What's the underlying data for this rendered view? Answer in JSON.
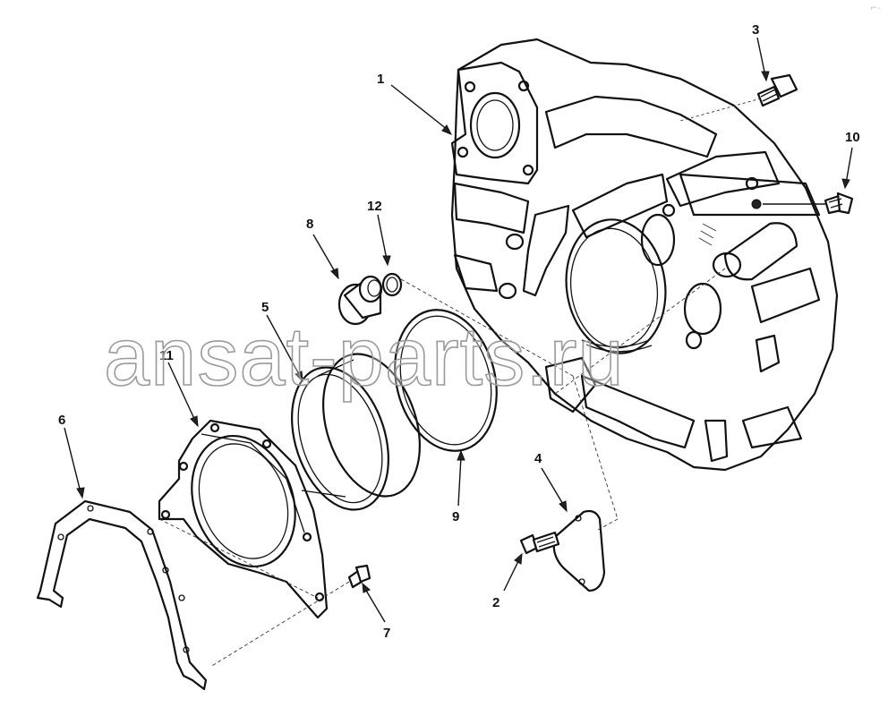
{
  "diagram": {
    "watermark": "ansat-parts.ru",
    "callouts": [
      {
        "id": "1",
        "label": "1"
      },
      {
        "id": "2",
        "label": "2"
      },
      {
        "id": "3",
        "label": "3"
      },
      {
        "id": "4",
        "label": "4"
      },
      {
        "id": "5",
        "label": "5"
      },
      {
        "id": "6",
        "label": "6"
      },
      {
        "id": "7",
        "label": "7"
      },
      {
        "id": "8",
        "label": "8"
      },
      {
        "id": "9",
        "label": "9"
      },
      {
        "id": "10",
        "label": "10"
      },
      {
        "id": "11",
        "label": "11"
      },
      {
        "id": "12",
        "label": "12"
      }
    ]
  }
}
